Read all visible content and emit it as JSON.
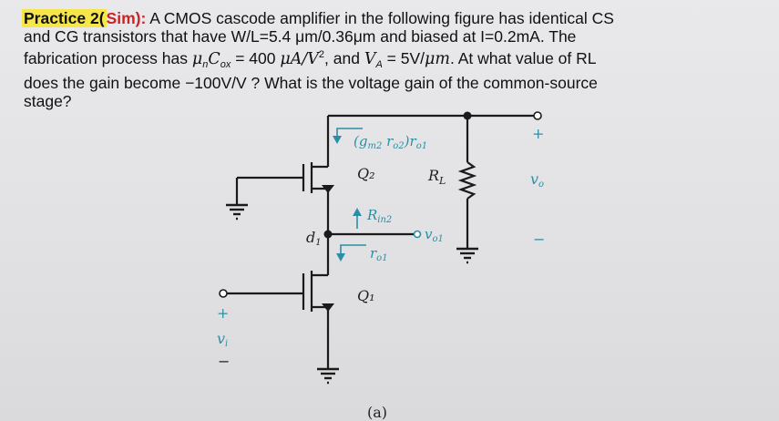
{
  "problem": {
    "title": "Practice 2",
    "paren_open": "(",
    "sim": "Sim",
    "paren_close": "):",
    "line1_rest": " A CMOS cascode amplifier in the following figure has identical CS",
    "line2": "and CG transistors that have W/L=5.4 μm/0.36μm and biased at I=0.2mA. The",
    "line3_a": "fabrication process has ",
    "line3_mu": "μ",
    "line3_n": "n",
    "line3_c": "C",
    "line3_ox": "ox",
    "line3_b": " = 400 ",
    "line3_unit": "μA/V",
    "line3_sq": "2",
    "line3_c2": ", and ",
    "line3_v": "V",
    "line3_va": "A",
    "line3_d": " = 5V/",
    "line3_um": "μm",
    "line3_e": ". At what value of RL",
    "line4": "does the gain become −100V/V ? What is the voltage gain of the common-source",
    "line5": "stage?"
  },
  "figure": {
    "arrow_top": "(g",
    "arrow_top_sub": "m2",
    "arrow_top_r": " r",
    "arrow_top_o2": "o2",
    "arrow_top_end": ")r",
    "arrow_top_o1": "o1",
    "q2": "Q₂",
    "rl": "R",
    "rl_sub": "L",
    "vo_plus": "+",
    "vo": "v",
    "vo_sub": "o",
    "vo_minus": "−",
    "rin2": "R",
    "rin2_sub": "in2",
    "vo1": "v",
    "vo1_sub": "o1",
    "d1": "d",
    "d1_sub": "1",
    "ro1": "r",
    "ro1_sub": "o1",
    "q1": "Q₁",
    "vi_plus": "+",
    "vi": "v",
    "vi_sub": "i",
    "vi_minus": "−",
    "caption": "(a)"
  },
  "colors": {
    "highlight": "#f5e64a",
    "sim": "#c22222",
    "annotation": "#2a8fa6"
  }
}
